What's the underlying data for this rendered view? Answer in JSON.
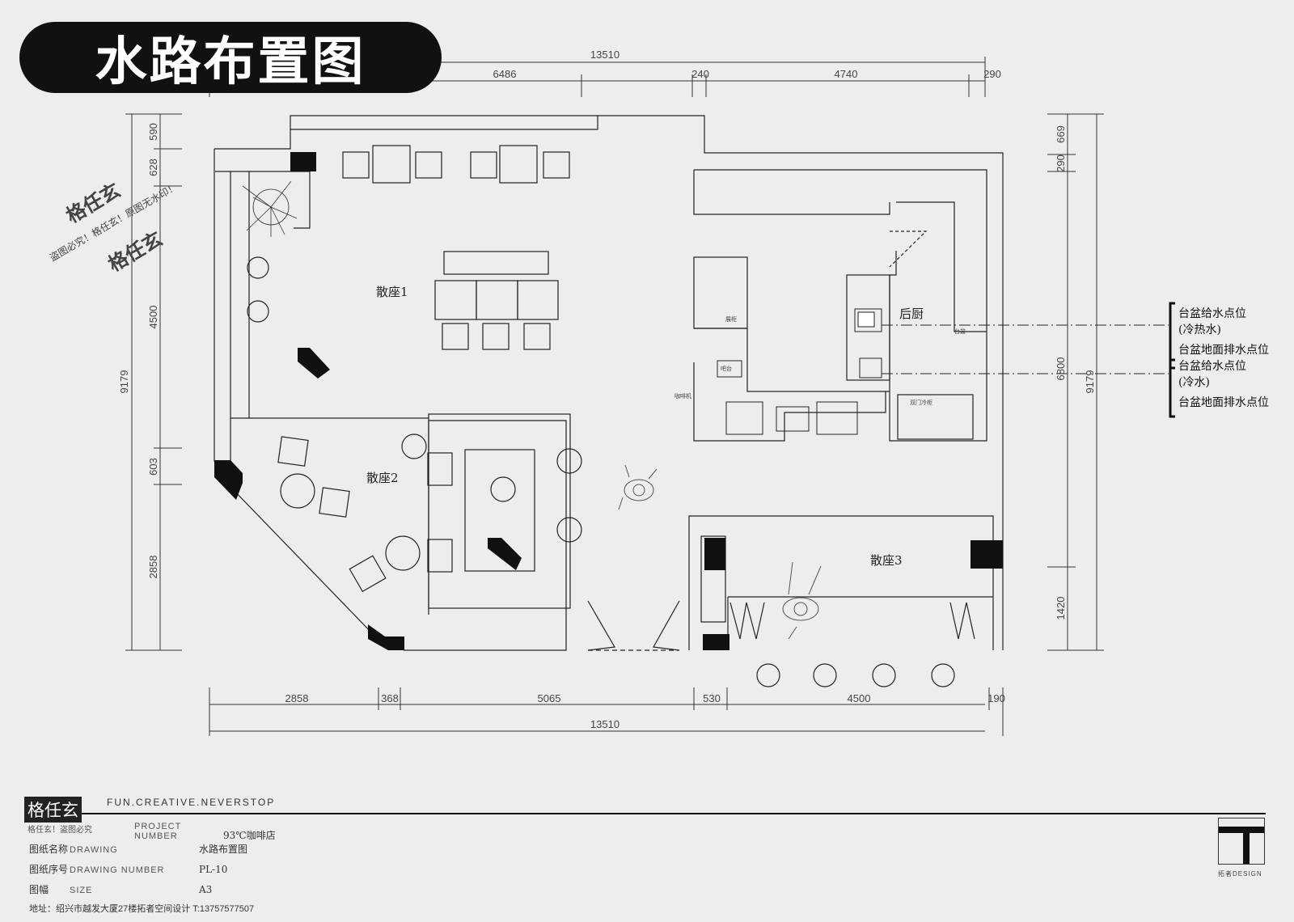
{
  "title": "水路布置图",
  "watermark": {
    "main": "格任玄",
    "sub": "盗图必究！格任玄！原图无水印！",
    "main2": "格任玄"
  },
  "dimensions": {
    "top_total": "13510",
    "top_segments": [
      "6486",
      "240",
      "4740",
      "290"
    ],
    "bottom_segments": [
      "2858",
      "368",
      "5065",
      "530",
      "4500",
      "190"
    ],
    "bottom_total": "13510",
    "left_segments": [
      "590",
      "628",
      "4500",
      "603",
      "2858"
    ],
    "left_total": "9179",
    "right_segments": [
      "669",
      "290",
      "6800",
      "1420"
    ],
    "right_total": "9179"
  },
  "rooms": {
    "seating1": "散座1",
    "seating2": "散座2",
    "seating3": "散座3",
    "kitchen": "后厨"
  },
  "small_labels": {
    "cabinet1": "展柜",
    "counter": "吧台",
    "equip": "咖啡机",
    "fridge": "双门冷柜",
    "sink_label": "台盆"
  },
  "legend": [
    "台盆给水点位",
    "(冷热水)",
    "台盆地面排水点位",
    "台盆给水点位",
    "(冷水)",
    "台盆地面排水点位"
  ],
  "title_block": {
    "slogan": "FUN.CREATIVE.NEVERSTOP",
    "watermark": "格任玄",
    "watermark_sub": "格任玄！盗图必究",
    "project_en": "PROJECT NUMBER",
    "project_value": "93℃咖啡店",
    "drawing_cn": "图纸名称",
    "drawing_en": "DRAWING",
    "drawing_value": "水路布置图",
    "number_cn": "图纸序号",
    "number_en": "DRAWING NUMBER",
    "number_value": "PL-10",
    "size_cn": "图幅",
    "size_en": "SIZE",
    "size_value": "A3",
    "address": "地址：绍兴市越发大厦27楼拓者空间设计    T:13757577507",
    "logo_text": "拓者DESIGN"
  }
}
